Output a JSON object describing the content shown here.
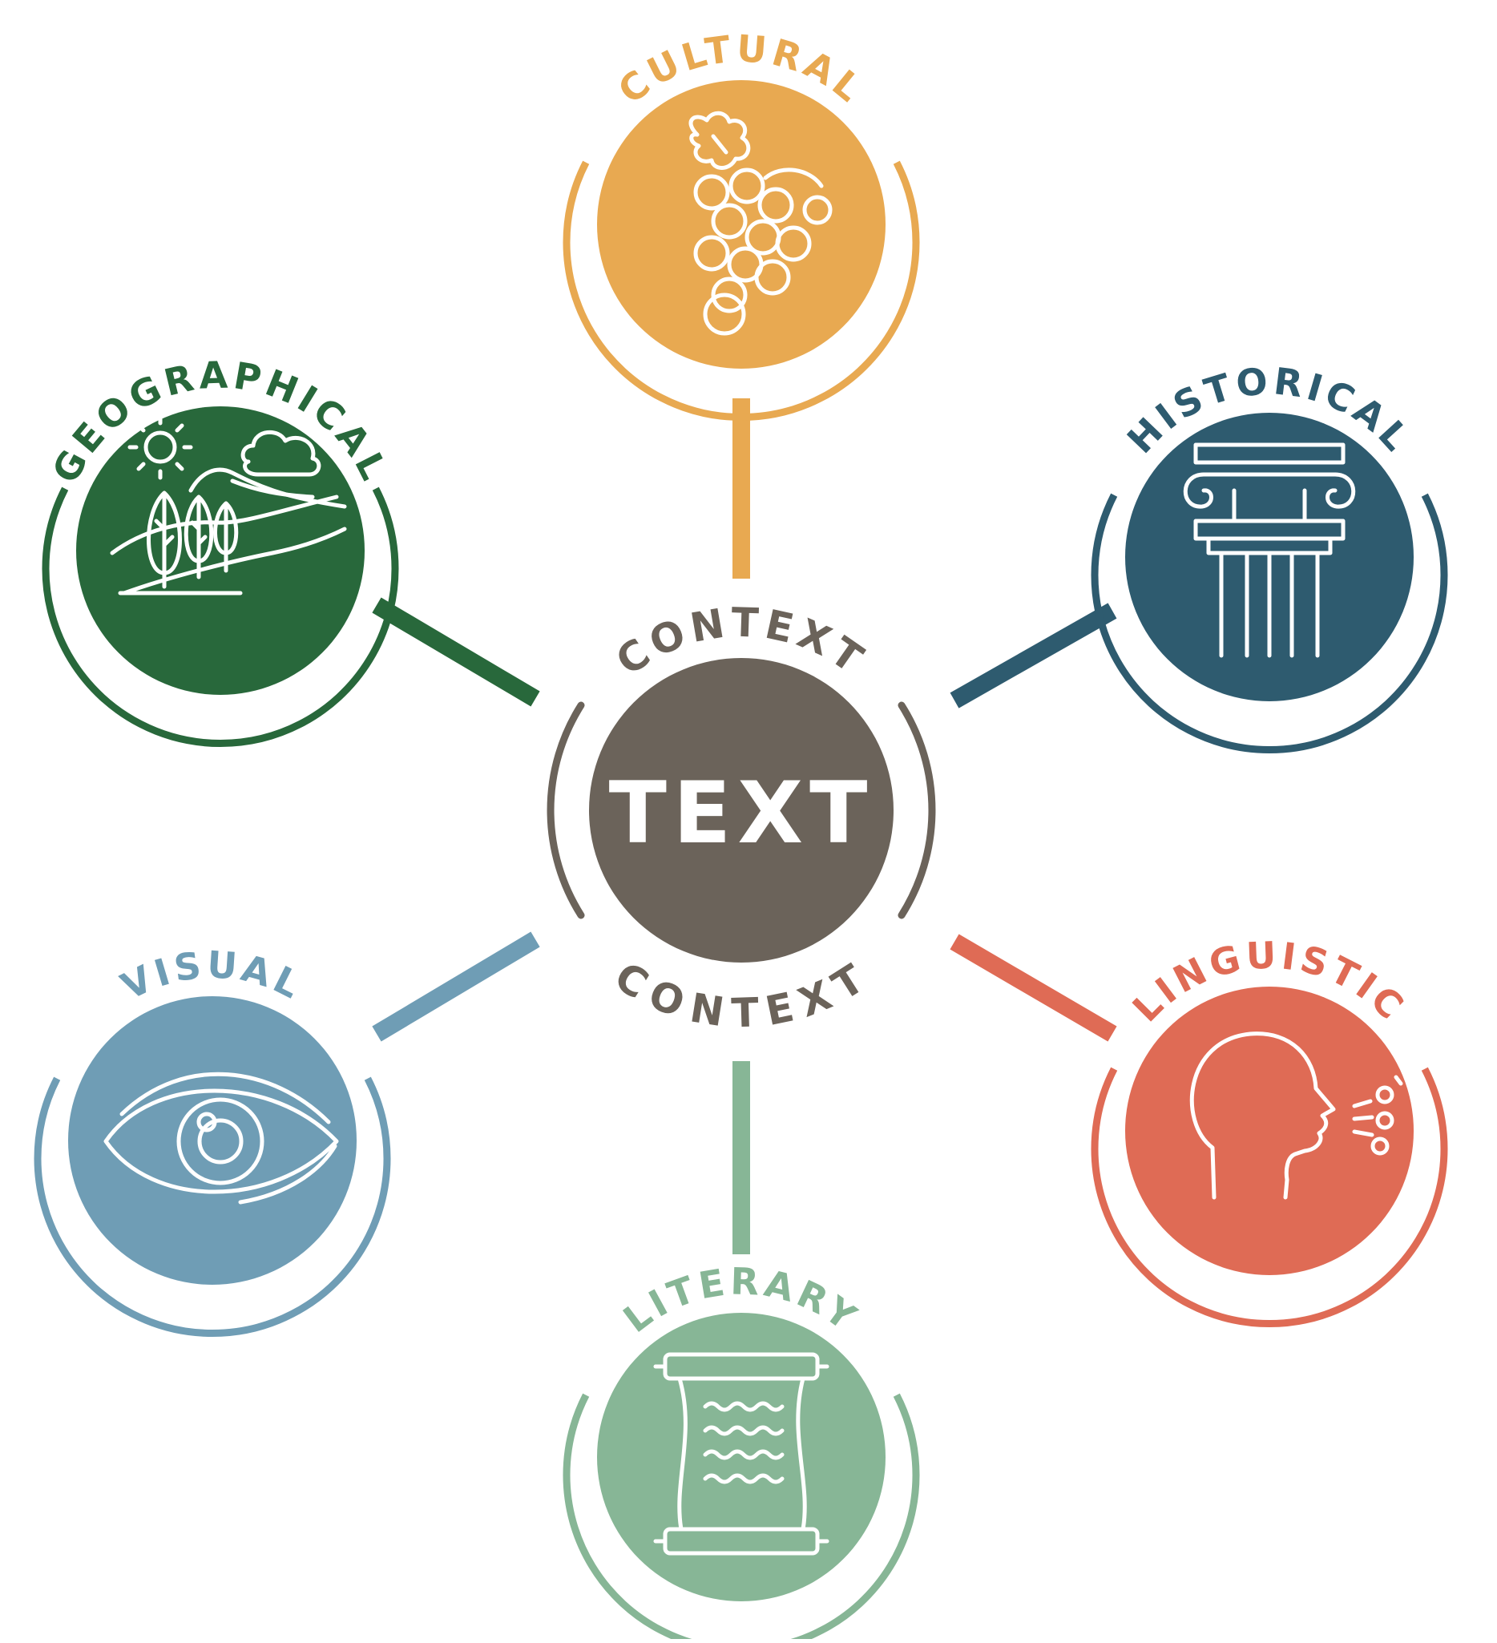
{
  "center": {
    "label": "TEXT",
    "ring_label": "CONTEXT",
    "color": "#6b635a"
  },
  "contexts": [
    {
      "label": "CULTURAL",
      "color": "#e8a951",
      "icon": "grapes-icon"
    },
    {
      "label": "HISTORICAL",
      "color": "#2e5b6f",
      "icon": "column-icon"
    },
    {
      "label": "LINGUISTIC",
      "color": "#df6b55",
      "icon": "speaking-head-icon"
    },
    {
      "label": "LITERARY",
      "color": "#87b696",
      "icon": "scroll-icon"
    },
    {
      "label": "VISUAL",
      "color": "#6f9db5",
      "icon": "eye-icon"
    },
    {
      "label": "GEOGRAPHICAL",
      "color": "#28683b",
      "icon": "landscape-icon"
    }
  ]
}
